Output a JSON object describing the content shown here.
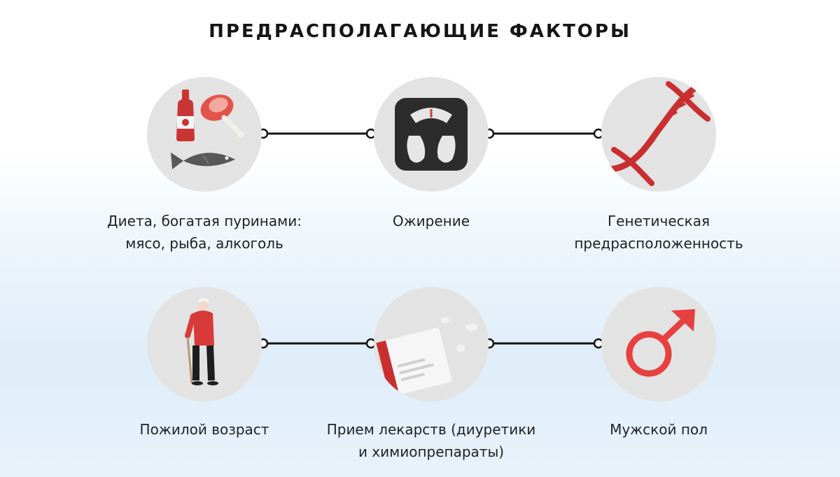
{
  "title": "ПРЕДРАСПОЛАГАЮЩИЕ ФАКТОРЫ",
  "colors": {
    "accent": "#d83a3a",
    "circle": "#e3e3e3",
    "line": "#151515"
  },
  "factors": [
    {
      "icon": "food-icon",
      "lines": [
        "Диета, богатая пуринами:",
        "мясо, рыба, алкоголь"
      ]
    },
    {
      "icon": "scale-icon",
      "lines": [
        "Ожирение"
      ]
    },
    {
      "icon": "dna-icon",
      "lines": [
        "Генетическая",
        "предрасположенность"
      ]
    },
    {
      "icon": "elderly-person-icon",
      "lines": [
        "Пожилой возраст"
      ]
    },
    {
      "icon": "medication-icon",
      "lines": [
        "Прием лекарств (диуретики",
        "и химиопрепараты)"
      ]
    },
    {
      "icon": "male-symbol-icon",
      "lines": [
        "Мужской пол"
      ]
    }
  ]
}
